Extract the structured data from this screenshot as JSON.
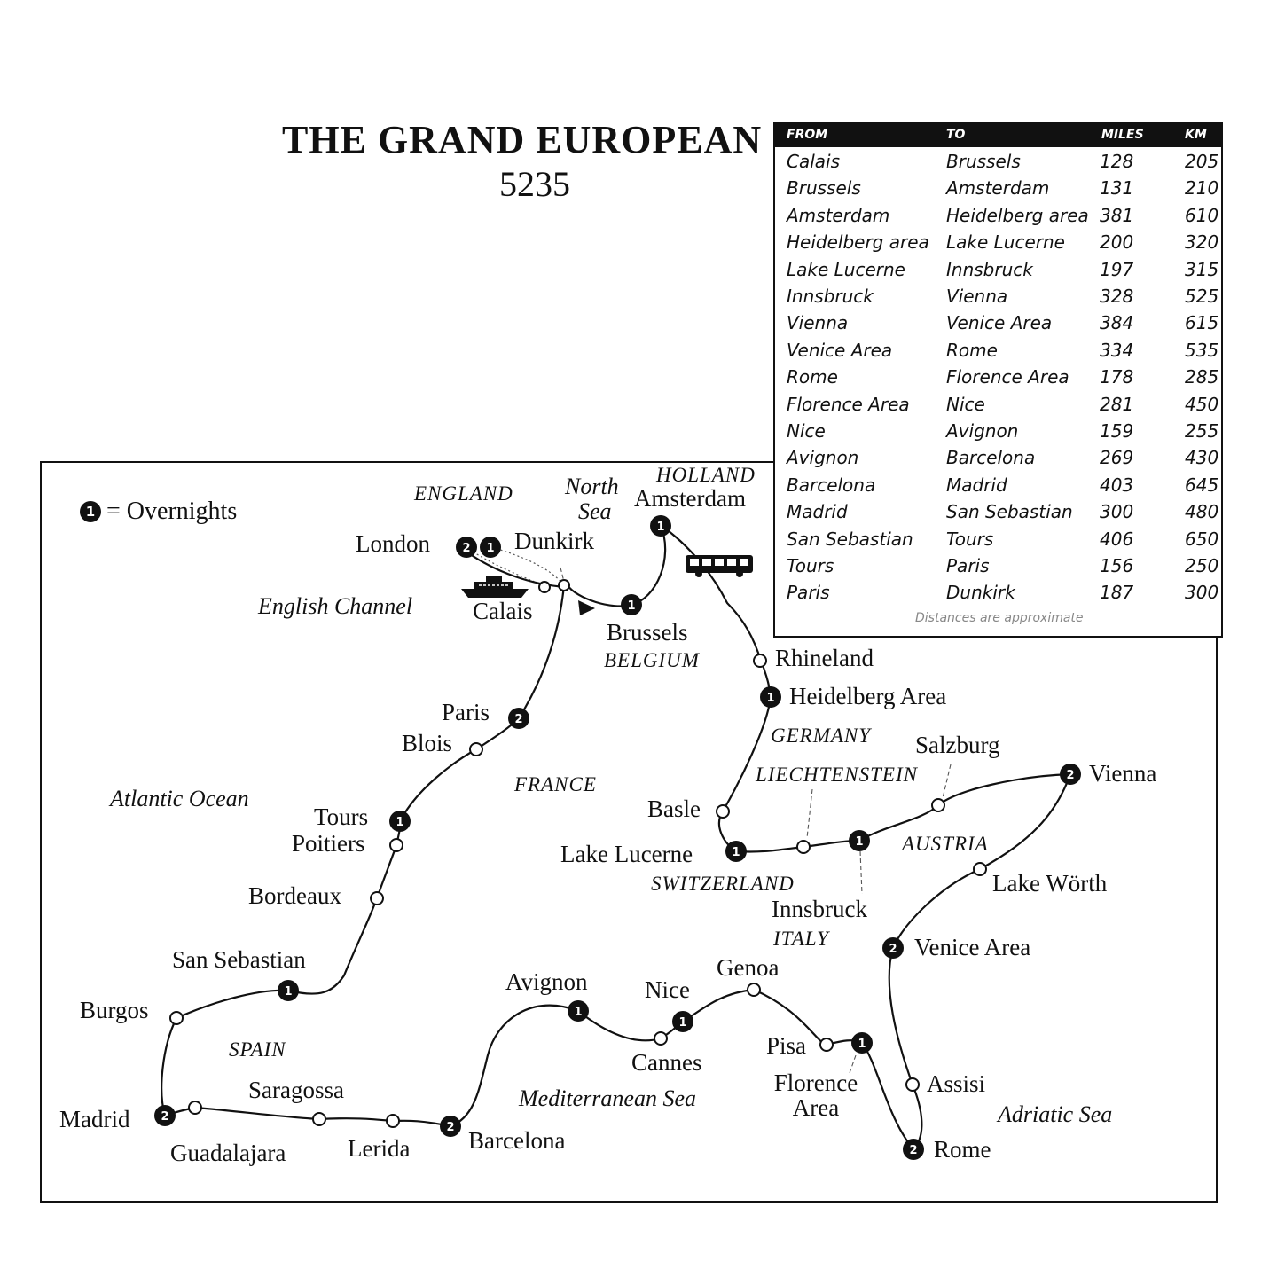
{
  "title": "THE GRAND EUROPEAN",
  "tour_code": "5235",
  "distance_table": {
    "headers": {
      "from": "FROM",
      "to": "TO",
      "miles": "MILES",
      "km": "KM"
    },
    "rows": [
      {
        "from": "Calais",
        "to": "Brussels",
        "miles": "128",
        "km": "205"
      },
      {
        "from": "Brussels",
        "to": "Amsterdam",
        "miles": "131",
        "km": "210"
      },
      {
        "from": "Amsterdam",
        "to": "Heidelberg area",
        "miles": "381",
        "km": "610"
      },
      {
        "from": "Heidelberg area",
        "to": "Lake Lucerne",
        "miles": "200",
        "km": "320"
      },
      {
        "from": "Lake Lucerne",
        "to": "Innsbruck",
        "miles": "197",
        "km": "315"
      },
      {
        "from": "Innsbruck",
        "to": "Vienna",
        "miles": "328",
        "km": "525"
      },
      {
        "from": "Vienna",
        "to": "Venice Area",
        "miles": "384",
        "km": "615"
      },
      {
        "from": "Venice Area",
        "to": "Rome",
        "miles": "334",
        "km": "535"
      },
      {
        "from": "Rome",
        "to": "Florence Area",
        "miles": "178",
        "km": "285"
      },
      {
        "from": "Florence Area",
        "to": "Nice",
        "miles": "281",
        "km": "450"
      },
      {
        "from": "Nice",
        "to": "Avignon",
        "miles": "159",
        "km": "255"
      },
      {
        "from": "Avignon",
        "to": "Barcelona",
        "miles": "269",
        "km": "430"
      },
      {
        "from": "Barcelona",
        "to": "Madrid",
        "miles": "403",
        "km": "645"
      },
      {
        "from": "Madrid",
        "to": "San Sebastian",
        "miles": "300",
        "km": "480"
      },
      {
        "from": "San Sebastian",
        "to": "Tours",
        "miles": "406",
        "km": "650"
      },
      {
        "from": "Tours",
        "to": "Paris",
        "miles": "156",
        "km": "250"
      },
      {
        "from": "Paris",
        "to": "Dunkirk",
        "miles": "187",
        "km": "300"
      }
    ],
    "footnote": "Distances are approximate"
  },
  "legend": {
    "symbol": "1",
    "text": "= Overnights"
  },
  "places": {
    "london": "London",
    "dunkirk": "Dunkirk",
    "calais": "Calais",
    "brussels": "Brussels",
    "amsterdam": "Amsterdam",
    "rhineland": "Rhineland",
    "heidelberg": "Heidelberg Area",
    "salzburg": "Salzburg",
    "vienna": "Vienna",
    "basle": "Basle",
    "lake_lucerne": "Lake Lucerne",
    "innsbruck": "Innsbruck",
    "lake_worth": "Lake Wörth",
    "venice": "Venice Area",
    "genoa": "Genoa",
    "nice": "Nice",
    "avignon": "Avignon",
    "cannes": "Cannes",
    "pisa": "Pisa",
    "florence": "Florence Area",
    "assisi": "Assisi",
    "rome": "Rome",
    "paris": "Paris",
    "blois": "Blois",
    "tours": "Tours",
    "poitiers": "Poitiers",
    "bordeaux": "Bordeaux",
    "san_sebastian": "San Sebastian",
    "burgos": "Burgos",
    "madrid": "Madrid",
    "guadalajara": "Guadalajara",
    "saragossa": "Saragossa",
    "lerida": "Lerida",
    "barcelona": "Barcelona"
  },
  "regions": {
    "england": "ENGLAND",
    "holland": "HOLLAND",
    "belgium": "BELGIUM",
    "germany": "GERMANY",
    "liechtenstein": "LIECHTENSTEIN",
    "austria": "AUSTRIA",
    "switzerland": "SWITZERLAND",
    "italy": "ITALY",
    "france": "FRANCE",
    "spain": "SPAIN"
  },
  "seas": {
    "north_sea_1": "North",
    "north_sea_2": "Sea",
    "english_channel": "English Channel",
    "atlantic": "Atlantic Ocean",
    "mediterranean": "Mediterranean Sea",
    "adriatic": "Adriatic Sea"
  },
  "overnights": {
    "london_a": "2",
    "london_b": "1",
    "brussels": "1",
    "amsterdam": "1",
    "heidelberg": "1",
    "lake_lucerne": "1",
    "innsbruck": "1",
    "vienna": "2",
    "venice": "2",
    "rome": "2",
    "florence": "1",
    "nice": "1",
    "avignon": "1",
    "barcelona": "2",
    "madrid": "2",
    "san_sebastian": "1",
    "tours": "1",
    "paris": "2"
  },
  "icons": {
    "ferry": "ferry-icon",
    "coach": "coach-bus-icon"
  }
}
